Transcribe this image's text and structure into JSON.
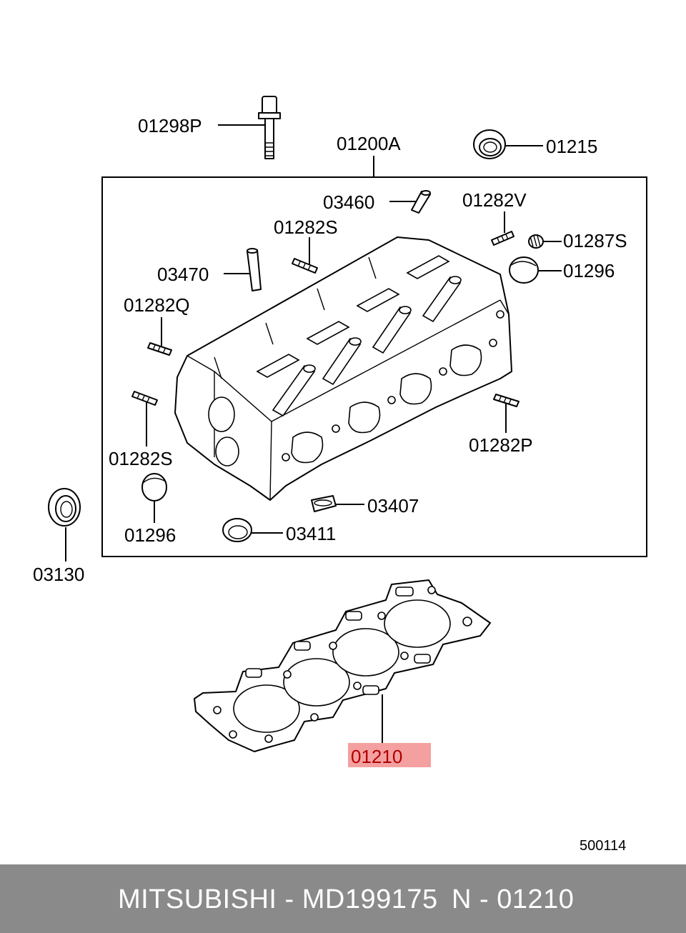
{
  "labels": {
    "p01298P": "01298P",
    "p01200A": "01200A",
    "p01215": "01215",
    "p03460": "03460",
    "p01282V": "01282V",
    "p01282S_top": "01282S",
    "p01287S": "01287S",
    "p03470": "03470",
    "p01296_right": "01296",
    "p01282Q": "01282Q",
    "p01282S_left": "01282S",
    "p01282P": "01282P",
    "p03407": "03407",
    "p01296_bottom": "01296",
    "p03411": "03411",
    "p03130": "03130",
    "p01210": "01210"
  },
  "diagram_id": "500114",
  "footer": {
    "brand_part": "MITSUBISHI - MD199175",
    "ref": "N - 01210"
  },
  "colors": {
    "highlight_box": "#f4a0a0",
    "highlight_text": "#b00000",
    "footer_bg": "#8a8a8a",
    "footer_text": "#ffffff"
  }
}
